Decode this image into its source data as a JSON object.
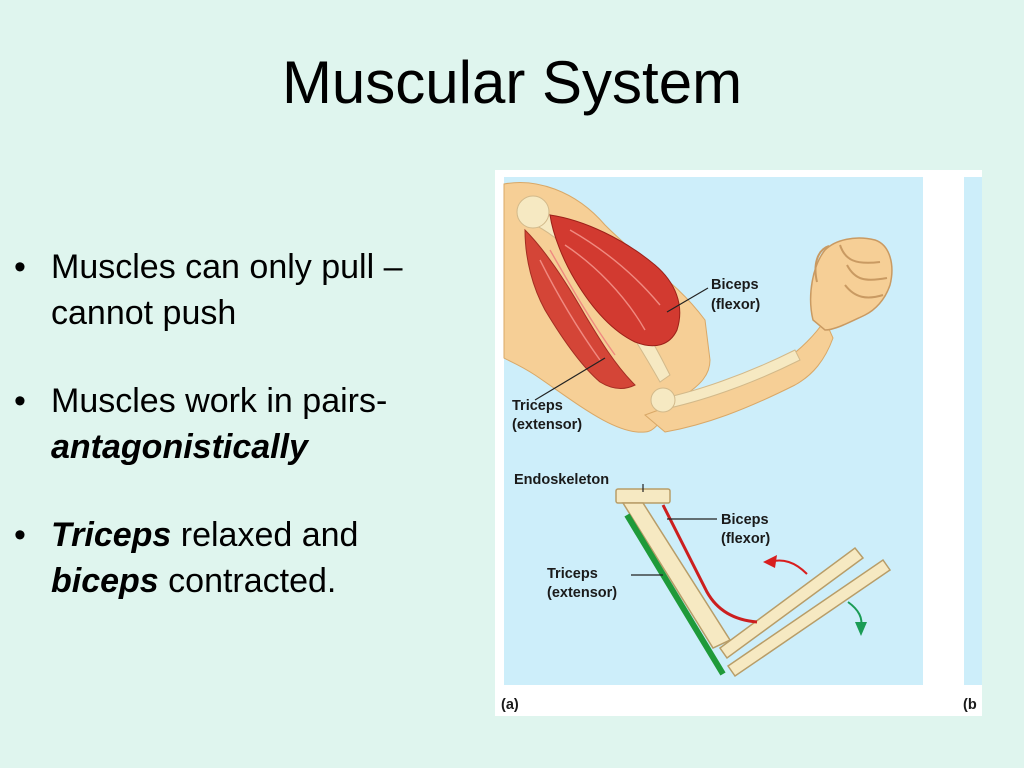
{
  "slide": {
    "title": "Muscular System",
    "bg_color": "#dff5ee",
    "bullets": [
      {
        "lines": [
          [
            "Muscles can only pull –"
          ],
          [
            "cannot push"
          ]
        ]
      },
      {
        "lines": [
          [
            "Muscles work in pairs-"
          ],
          [
            "antagonistically"
          ]
        ]
      },
      {
        "lines": [
          [
            "Triceps",
            " relaxed and"
          ],
          [
            "biceps",
            " contracted."
          ]
        ]
      }
    ],
    "bullet_char": "•"
  },
  "figure": {
    "labels": {
      "biceps_top": "Biceps",
      "flexor_top": "(flexor)",
      "triceps_top": "Triceps",
      "extensor_top": "(extensor)",
      "endoskeleton": "Endoskeleton",
      "biceps_diagram": "Biceps",
      "flexor_diagram": "(flexor)",
      "triceps_diagram": "Triceps",
      "extensor_diagram": "(extensor)",
      "panel_a": "(a)",
      "panel_b": "(b"
    },
    "colors": {
      "panel_bg": "#cdeefa",
      "skin": "#f6cf96",
      "muscle": "#d23a30",
      "bone": "#f6e9c2",
      "biceps_line": "#cc1f1f",
      "triceps_line": "#1f9a3a",
      "arrow_red": "#d81e1e",
      "arrow_green": "#1a9c55"
    }
  }
}
